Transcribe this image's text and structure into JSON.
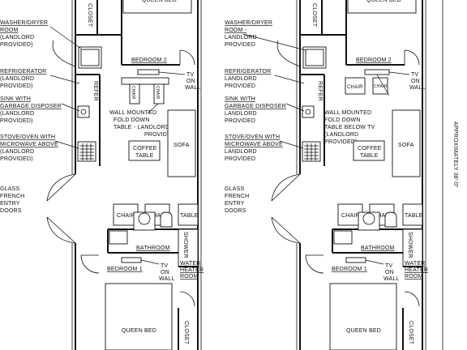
{
  "units": [
    {
      "labels": {
        "washer": [
          "WASHER/DRYER",
          "ROOM",
          "(LANDLORD",
          "PROVIDED)"
        ],
        "fridge": [
          "REFRIGERATOR",
          "(LANDLORD",
          "PROVIDED)"
        ],
        "sink": [
          "SINK WITH",
          "GARBAGE DISPOSER",
          "(LANDLORD",
          "PROVIDED)"
        ],
        "stove": [
          "STOVE/OVEN WITH",
          "MICROWAVE ABOVE",
          "(LANDLORD",
          "PROVIDED)"
        ],
        "doors": [
          "GLASS",
          "FRENCH",
          "ENTRY",
          "DOORS"
        ],
        "table_note": [
          "WALL MOUNTED",
          "FOLD DOWN",
          "TABLE - LANDLORD",
          "PROVIDED"
        ],
        "refer": "REFER",
        "closet": "CLOSET",
        "queen_bed": "QUEEN BED",
        "bedroom2": "BEDROOM 2",
        "bedroom1": "BEDROOM 1",
        "tv": [
          "TV",
          "ON",
          "WALL"
        ],
        "sofa": "SOFA",
        "coffee_table": [
          "COFFEE",
          "TABLE"
        ],
        "chair": "CHAIR",
        "table": "TABLE",
        "shower": "SHOWER",
        "bathroom": "BATHROOM",
        "water_heater": [
          "WATER",
          "HEATER",
          "ROOM"
        ]
      }
    },
    {
      "labels": {
        "washer": [
          "WASHER/DRYER",
          "ROOM -",
          "LANDLORD",
          "PROVIDED"
        ],
        "fridge": [
          "REFRIGERATOR",
          "LANDLORD",
          "PROVIDED"
        ],
        "sink": [
          "SINK WITH",
          "GARBAGE DISPOSER",
          "LANDLORD",
          "PROVIDED"
        ],
        "stove": [
          "STOVE/OVEN WITH",
          "MICROWAVE ABOVE",
          "LANDLORD",
          "PROVIDED"
        ],
        "doors": [
          "GLASS",
          "FRENCH",
          "ENTRY",
          "DOORS"
        ],
        "table_note": [
          "WALL MOUNTED",
          "FOLD DOWN",
          "TABLE BELOW TV",
          "(LANDLORD",
          "PROVIDED)"
        ],
        "refer": "REFER",
        "closet": "CLOSET",
        "queen_bed": "QUEEN BED",
        "bedroom2": "BEDROOM 2",
        "bedroom1": "BEDROOM 1",
        "tv": [
          "TV",
          "ON",
          "WALL"
        ],
        "sofa": "SOFA",
        "coffee_table": [
          "COFFEE",
          "TABLE"
        ],
        "chair": "CHAIR",
        "table": "TABLE",
        "shower": "SHOWER",
        "bathroom": "BATHROOM",
        "water_heater": [
          "WATER",
          "HEATER",
          "ROOM"
        ]
      }
    }
  ],
  "dimension": "APPROXIMATELY 38'-0\""
}
